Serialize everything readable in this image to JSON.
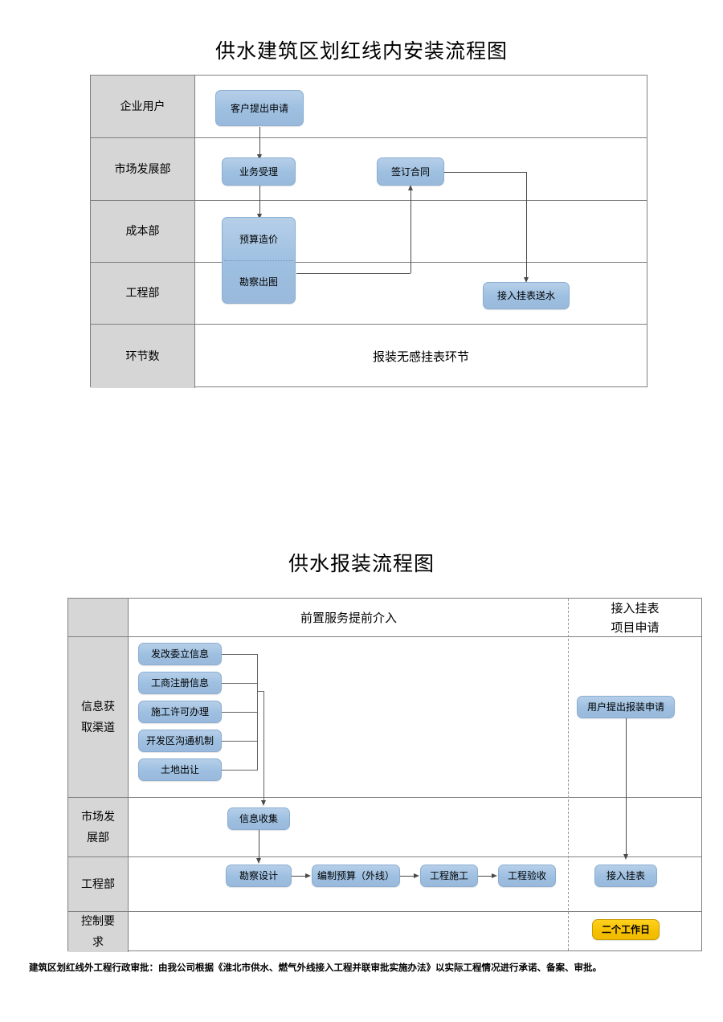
{
  "doc": {
    "footer_note": "建筑区划红线外工程行政审批：由我公司根据《淮北市供水、燃气外线接入工程并联审批实施办法》以实际工程情况进行承诺、备案、审批。"
  },
  "diagram1": {
    "title": "供水建筑区划红线内安装流程图",
    "lane_labels": [
      "企业用户",
      "市场发展部",
      "成本部",
      "工程部",
      "环节数"
    ],
    "nodes": {
      "apply": "客户提出申请",
      "accept": "业务受理",
      "budget": "预算造价",
      "survey": "勘察出图",
      "contract": "签订合同",
      "connect": "接入挂表送水"
    },
    "summary_row_text": "报装无感挂表环节"
  },
  "diagram2": {
    "title": "供水报装流程图",
    "header": {
      "left": "",
      "middle": "前置服务提前介入",
      "right_line1": "接入挂表",
      "right_line2": "项目申请"
    },
    "lane_labels": {
      "info": [
        "信息获",
        "取渠道"
      ],
      "market": [
        "市场发",
        "展部"
      ],
      "engineering": [
        "工程部"
      ],
      "control": [
        "控制要",
        "求"
      ]
    },
    "info_sources": [
      "发改委立信息",
      "工商注册信息",
      "施工许可办理",
      "开发区沟通机制",
      "土地出让"
    ],
    "nodes": {
      "collect": "信息收集",
      "design": "勘察设计",
      "estimate": "编制预算（外线）",
      "construct": "工程施工",
      "inspect": "工程验收",
      "user_apply": "用户提出报装申请",
      "meter": "接入挂表",
      "sla": "二个工作日"
    }
  },
  "colors": {
    "box_fill": "#9dbfe0",
    "box_border": "#8aaed2",
    "lane_header_fill": "#d6d6d6",
    "table_border": "#808080",
    "sla_fill": "#f5c000",
    "connector": "#4a4a4a"
  }
}
